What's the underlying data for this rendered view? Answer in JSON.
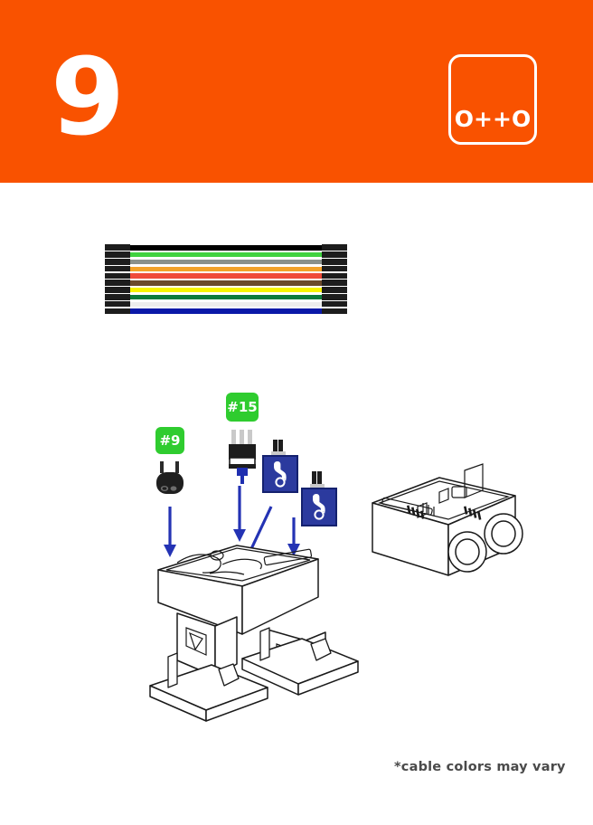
{
  "page": {
    "step_number": "9",
    "banner_color": "#f95200",
    "background_color": "#ffffff"
  },
  "logo": {
    "text": "O++O",
    "name": "otto-logo"
  },
  "ribbon_cable": {
    "name": "ribbon-cable",
    "connector_color": "#1d1d1d",
    "wire_count": 10,
    "wires": [
      {
        "name": "black",
        "color": "#000000"
      },
      {
        "name": "green",
        "color": "#3fd23f"
      },
      {
        "name": "gray",
        "color": "#8a918c"
      },
      {
        "name": "orange",
        "color": "#f2a22a"
      },
      {
        "name": "red",
        "color": "#ef4b3a"
      },
      {
        "name": "brown",
        "color": "#6b4a2b"
      },
      {
        "name": "yellow",
        "color": "#f7f400"
      },
      {
        "name": "dark-green",
        "color": "#0a7a3c"
      },
      {
        "name": "white",
        "color": "#ededed"
      },
      {
        "name": "blue",
        "color": "#0a18a8"
      }
    ]
  },
  "diagram": {
    "name": "assembly-diagram",
    "badges": [
      {
        "id": "badge-9",
        "label": "#9",
        "color": "#2fcc2f"
      },
      {
        "id": "badge-15",
        "label": "#15",
        "color": "#2fcc2f"
      }
    ],
    "parts": [
      {
        "id": "buzzer",
        "icon": "buzzer-component",
        "color": "#262626"
      },
      {
        "id": "conn",
        "icon": "three-pin-connector",
        "color": "#1d1d1d"
      },
      {
        "id": "servo-a",
        "icon": "touch-sensor-module",
        "color": "#2b3a9e"
      },
      {
        "id": "servo-b",
        "icon": "touch-sensor-module",
        "color": "#2b3a9e"
      }
    ],
    "arrow_color": "#2433b4",
    "body": {
      "name": "robot-body-outline",
      "line_color": "#1a1a1a"
    },
    "assembled": {
      "name": "assembled-head-outline",
      "line_color": "#1a1a1a"
    }
  },
  "footnote": {
    "text": "*cable colors may vary",
    "color": "#4a4a4a"
  }
}
